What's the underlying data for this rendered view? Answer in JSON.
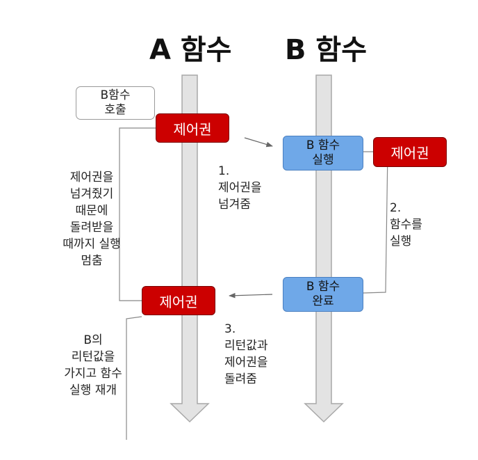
{
  "diagram": {
    "titles": {
      "a": "A 함수",
      "b": "B 함수"
    },
    "call_box": {
      "line1": "B함수",
      "line2": "호출"
    },
    "control_label": "제어권",
    "b_exec": {
      "line1": "B 함수",
      "line2": "실행"
    },
    "b_done": {
      "line1": "B 함수",
      "line2": "완료"
    },
    "note_wait": [
      "제어권을",
      "넘겨줬기",
      "때문에",
      "돌려받을",
      "때까지 실행",
      "멈춤"
    ],
    "note_resume": [
      "B의",
      "리턴값을",
      "가지고 함수",
      "실행 재개"
    ],
    "step1": [
      "1.",
      "제어권을",
      "넘겨줌"
    ],
    "step2": [
      "2.",
      "함수를",
      "실행"
    ],
    "step3": [
      "3.",
      "리턴값과",
      "제어권을",
      "돌려줌"
    ],
    "colors": {
      "control": "#cc0000",
      "b_box": "#6fa8e8",
      "lane": "#e3e3e3",
      "lane_border": "#a8a8a8",
      "line": "#888888"
    }
  }
}
